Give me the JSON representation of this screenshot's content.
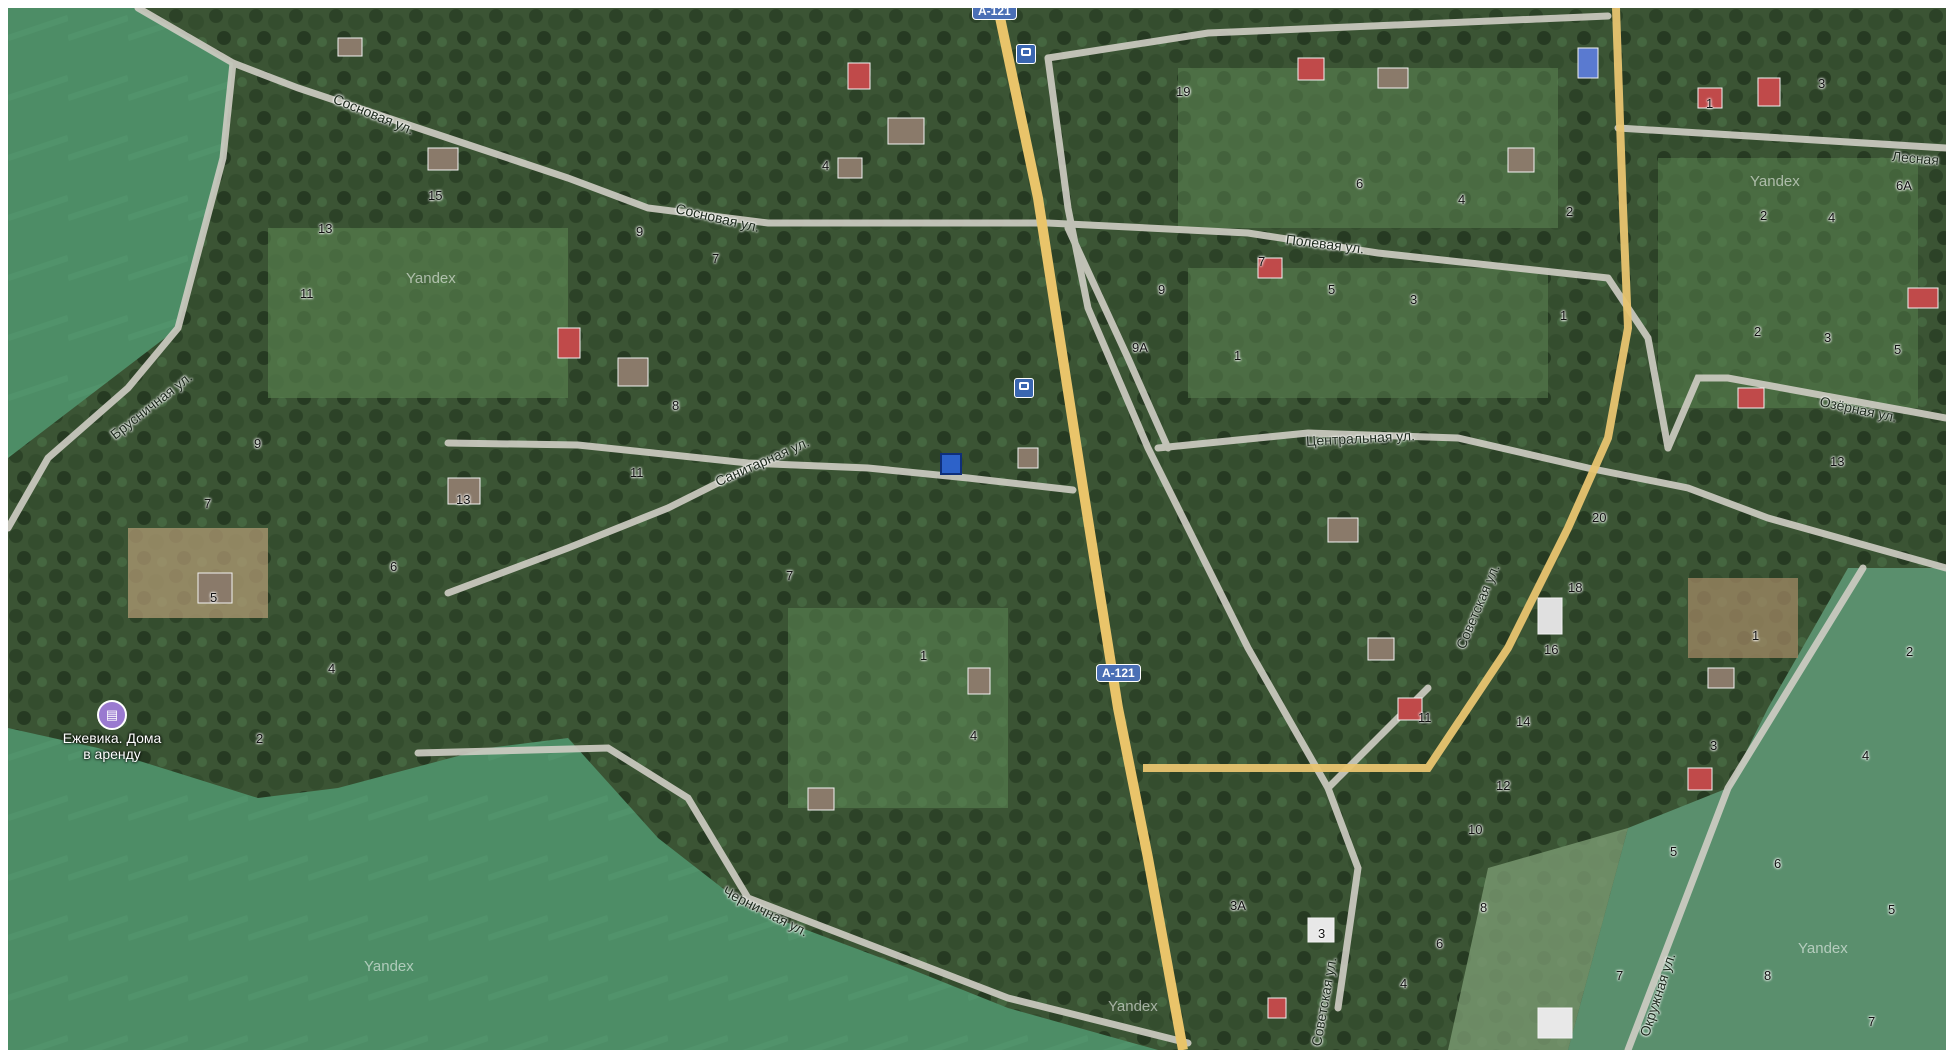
{
  "streets": {
    "sosnovaya_1": "Сосновая ул.",
    "sosnovaya_2": "Сосновая ул.",
    "brusnichnaya": "Брусничная ул.",
    "sanitarnaya": "Санитарная ул.",
    "chernichnaya": "Черничная ул.",
    "polevaya": "Полевая ул.",
    "tsentralnaya": "Центральная ул.",
    "sovetskaya_1": "Советская ул.",
    "sovetskaya_2": "Советская ул.",
    "ozernaya": "Озёрная ул.",
    "lesnaya": "Лесная",
    "okruzhnaya": "Окружная ул."
  },
  "road_shields": {
    "top": "А-121",
    "middle": "А-121"
  },
  "poi": {
    "icon": "bed-icon",
    "name_line1": "Ежевика. Дома",
    "name_line2": "в аренду"
  },
  "watermarks": [
    "Yandex",
    "Yandex",
    "Yandex",
    "Yandex",
    "Yandex"
  ],
  "house_numbers": {
    "n15": "15",
    "n13a": "13",
    "n11a": "11",
    "n9a": "9",
    "n7a": "7",
    "n4a": "4",
    "n8a": "8",
    "n11b": "11",
    "n13b": "13",
    "n9b": "9",
    "n7b": "7",
    "n5a": "5",
    "n4b": "4",
    "n2a": "2",
    "n6a": "6",
    "n7c": "7",
    "n1a": "1",
    "n4c": "4",
    "n19": "19",
    "n6b": "6",
    "n4d": "4",
    "n2b": "2",
    "n7d": "7",
    "n9c": "9",
    "n9A": "9А",
    "n5b": "5",
    "n1b": "1",
    "n3a": "3",
    "n1c": "1",
    "n2c": "2",
    "n4e": "4",
    "n6A": "6А",
    "n2d": "2",
    "n3b": "3",
    "n5c": "5",
    "n13c": "13",
    "n3c": "3",
    "n1d": "1",
    "n20": "20",
    "n18": "18",
    "n16": "16",
    "n14": "14",
    "n12": "12",
    "n10": "10",
    "n8b": "8",
    "n6c": "6",
    "n4f": "4",
    "n11c": "11",
    "n3A": "3А",
    "n3d": "3",
    "n1e": "1",
    "n2e": "2",
    "n3e": "3",
    "n4g": "4",
    "n6d": "6",
    "n5d": "5",
    "n5e": "5",
    "n8c": "8",
    "n7e": "7",
    "n7f": "7"
  },
  "colors": {
    "highway": "#e9c46a",
    "field": "#4a8b62",
    "road": "#c9c7bf",
    "marker": "#2d62c9"
  }
}
